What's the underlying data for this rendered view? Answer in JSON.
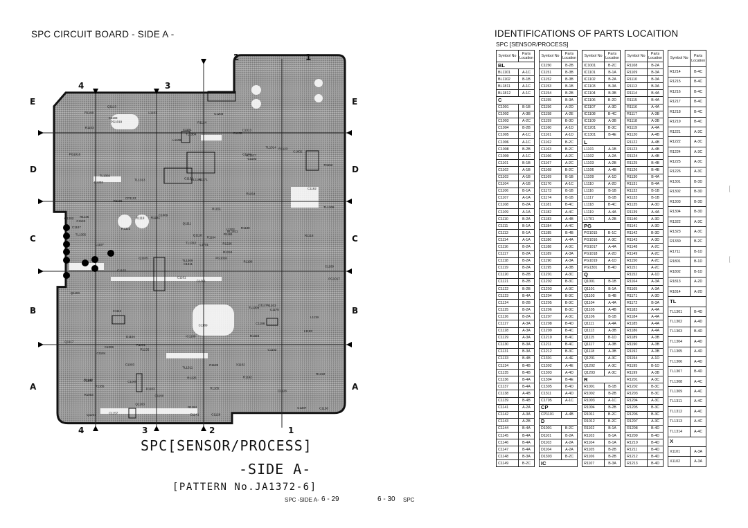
{
  "left_page": {
    "title": "SPC CIRCUIT BOARD  - SIDE A -",
    "grid": {
      "columns": [
        "4",
        "3",
        "2",
        "1"
      ],
      "rows": [
        "E",
        "D",
        "C",
        "B",
        "A"
      ]
    },
    "component_labels": [
      "C1301",
      "C1303",
      "C1311",
      "R1140",
      "R1161",
      "R1135",
      "C1313",
      "R1171",
      "IC1107",
      "PG1016",
      "PG1019",
      "C1158",
      "L1107",
      "R1152",
      "C1161",
      "R1154",
      "C1157",
      "C1156",
      "R1151",
      "C1006",
      "C1009",
      "R1003",
      "C1005",
      "BL1101",
      "BL1811",
      "C1170",
      "TL1302",
      "TL1304",
      "TL1305",
      "TL1306",
      "TL1308",
      "TL1309",
      "TL1311",
      "TL1312",
      "TL1313",
      "TL1314",
      "R1201",
      "C1207",
      "R1222",
      "R1203",
      "C1203",
      "R1221",
      "R1322",
      "R1323",
      "Q1203",
      "Q1202",
      "R1226",
      "Q1201",
      "R1225",
      "R1224",
      "C1184",
      "C1182",
      "PG1016",
      "C1188",
      "R1192",
      "C1003",
      "C1183",
      "R1190",
      "R1189",
      "C1002",
      "R1124",
      "Q1105",
      "R1125",
      "CP1101",
      "R1123",
      "Q1113",
      "C1130",
      "L1108",
      "Q1118",
      "Q1117",
      "IC1109",
      "C1190",
      "C1127",
      "R1119",
      "C1186",
      "R1103",
      "R1186",
      "Q1104",
      "Q1111",
      "R1185",
      "R1164",
      "R1165",
      "R1199",
      "L1119",
      "R1184",
      "R1118",
      "C1189",
      "C1128",
      "C1129",
      "X1102",
      "X1101",
      "PG1017",
      "R1139",
      "C1142",
      "L1701",
      "L1163",
      "C1143",
      "C1141",
      "C1104",
      "C1102",
      "C1103",
      "L1101",
      "C1109",
      "C1107",
      "C1114",
      "D1104",
      "D1103",
      "L1102"
    ],
    "pattern_title_line1": "SPC[SENSOR/PROCESS]",
    "pattern_title_line2": "-SIDE A-",
    "pattern_title_line3": "[PATTERN No.JA1372-6]",
    "footer_label": "SPC -SIDE A-",
    "footer_page": "6 - 29"
  },
  "right_page": {
    "title": "IDENTIFICATIONS OF PARTS LOCAITION",
    "subtitle": "SPC [SENSOR/PROCESS]",
    "header_symbol": "Symbol No",
    "header_location": "Parts Location",
    "footer_page": "6 - 30",
    "footer_label": "SPC",
    "columns": [
      [
        {
          "group": "BL"
        },
        [
          "BL1101",
          "A-1C"
        ],
        [
          "BL1102",
          "B-1B"
        ],
        [
          "BL1811",
          "A-1C"
        ],
        [
          "BL1812",
          "A-1C"
        ],
        {
          "group": "C"
        },
        [
          "C1001",
          "B-1B"
        ],
        [
          "C1002",
          "A-3B"
        ],
        [
          "C1003",
          "A-2C"
        ],
        [
          "C1004",
          "B-2B"
        ],
        [
          "C1005",
          "A-1C"
        ],
        [
          "C1006",
          "A-1C"
        ],
        [
          "C1008",
          "B-2B"
        ],
        [
          "C1009",
          "A-1C"
        ],
        [
          "C1101",
          "B-1B"
        ],
        [
          "C1102",
          "A-1B"
        ],
        [
          "C1103",
          "A-1B"
        ],
        [
          "C1104",
          "A-1B"
        ],
        [
          "C1106",
          "B-1A"
        ],
        [
          "C1107",
          "A-1A"
        ],
        [
          "C1108",
          "B-2A"
        ],
        [
          "C1109",
          "A-1A"
        ],
        [
          "C1110",
          "B-2A"
        ],
        [
          "C1111",
          "B-1A"
        ],
        [
          "C1113",
          "B-1A"
        ],
        [
          "C1114",
          "A-1A"
        ],
        [
          "C1116",
          "B-2A"
        ],
        [
          "C1117",
          "B-2A"
        ],
        [
          "C1118",
          "B-2A"
        ],
        [
          "C1119",
          "B-2A"
        ],
        [
          "C1120",
          "B-2B"
        ],
        [
          "C1121",
          "B-2B"
        ],
        [
          "C1122",
          "B-2B"
        ],
        [
          "C1123",
          "B-4A"
        ],
        [
          "C1124",
          "B-2B"
        ],
        [
          "C1125",
          "B-2A"
        ],
        [
          "C1126",
          "B-2A"
        ],
        [
          "C1127",
          "A-3A"
        ],
        [
          "C1128",
          "A-3A"
        ],
        [
          "C1129",
          "A-3A"
        ],
        [
          "C1130",
          "B-3A"
        ],
        [
          "C1131",
          "B-3A"
        ],
        [
          "C1133",
          "B-4B"
        ],
        [
          "C1134",
          "B-4B"
        ],
        [
          "C1135",
          "B-4B"
        ],
        [
          "C1136",
          "B-4A"
        ],
        [
          "C1137",
          "B-4A"
        ],
        [
          "C1138",
          "A-4B"
        ],
        [
          "C1139",
          "B-4B"
        ],
        [
          "C1141",
          "A-2A"
        ],
        [
          "C1142",
          "A-3A"
        ],
        [
          "C1143",
          "A-2B"
        ],
        [
          "C1144",
          "B-4A"
        ],
        [
          "C1145",
          "B-4A"
        ],
        [
          "C1146",
          "B-4A"
        ],
        [
          "C1147",
          "B-4A"
        ],
        [
          "C1148",
          "B-3A"
        ],
        [
          "C1149",
          "B-2C"
        ]
      ],
      [
        [
          "C1150",
          "B-2B"
        ],
        [
          "C1151",
          "B-3B"
        ],
        [
          "C1152",
          "B-3B"
        ],
        [
          "C1153",
          "B-1B"
        ],
        [
          "C1154",
          "B-2B"
        ],
        [
          "C1155",
          "B-3A"
        ],
        [
          "C1156",
          "A-2D"
        ],
        [
          "C1158",
          "A-2E"
        ],
        [
          "C1159",
          "B-3D"
        ],
        [
          "C1160",
          "A-1D"
        ],
        [
          "C1161",
          "A-1D"
        ],
        [
          "C1162",
          "B-2C"
        ],
        [
          "C1163",
          "B-2C"
        ],
        [
          "C1166",
          "A-2C"
        ],
        [
          "C1167",
          "A-2C"
        ],
        [
          "C1168",
          "B-2C"
        ],
        [
          "C1169",
          "B-1B"
        ],
        [
          "C1170",
          "A-1C"
        ],
        [
          "C1173",
          "B-1B"
        ],
        [
          "C1174",
          "B-1B"
        ],
        [
          "C1181",
          "B-4C"
        ],
        [
          "C1182",
          "A-4C"
        ],
        [
          "C1183",
          "A-4B"
        ],
        [
          "C1184",
          "A-4C"
        ],
        [
          "C1185",
          "B-4B"
        ],
        [
          "C1186",
          "A-4A"
        ],
        [
          "C1188",
          "A-3C"
        ],
        [
          "C1189",
          "A-3A"
        ],
        [
          "C1190",
          "A-3A"
        ],
        [
          "C1195",
          "A-3B"
        ],
        [
          "C1201",
          "A-3C"
        ],
        [
          "C1202",
          "B-3C"
        ],
        [
          "C1203",
          "A-3C"
        ],
        [
          "C1204",
          "B-3C"
        ],
        [
          "C1205",
          "B-3C"
        ],
        [
          "C1206",
          "B-3C"
        ],
        [
          "C1207",
          "A-3C"
        ],
        [
          "C1208",
          "B-4D"
        ],
        [
          "C1209",
          "B-4C"
        ],
        [
          "C1210",
          "B-4C"
        ],
        [
          "C1211",
          "B-4C"
        ],
        [
          "C1212",
          "B-3C"
        ],
        [
          "C1301",
          "A-4E"
        ],
        [
          "C1302",
          "A-4E"
        ],
        [
          "C1303",
          "A-4D"
        ],
        [
          "C1304",
          "B-4E"
        ],
        [
          "C1305",
          "B-4D"
        ],
        [
          "C1311",
          "A-4D"
        ],
        [
          "C1705",
          "A-1C"
        ],
        {
          "group": "CP"
        },
        [
          "CP1101",
          "A-4B"
        ],
        {
          "group": "D"
        },
        [
          "D1001",
          "B-2C"
        ],
        [
          "D1101",
          "B-2A"
        ],
        [
          "D1103",
          "A-2A"
        ],
        [
          "D1104",
          "A-2A"
        ],
        [
          "D1303",
          "B-2C"
        ],
        {
          "group": "IC"
        }
      ],
      [
        [
          "IC1001",
          "B-2C"
        ],
        [
          "IC1101",
          "B-1A"
        ],
        [
          "IC1102",
          "B-2A"
        ],
        [
          "IC1103",
          "B-3A"
        ],
        [
          "IC1104",
          "B-3B"
        ],
        [
          "IC1106",
          "B-2D"
        ],
        [
          "IC1107",
          "A-3D"
        ],
        [
          "IC1108",
          "B-4C"
        ],
        [
          "IC1109",
          "A-3B"
        ],
        [
          "IC1201",
          "B-3C"
        ],
        [
          "IC1301",
          "B-4E"
        ],
        {
          "group": "L"
        },
        [
          "L1101",
          "A-1B"
        ],
        [
          "L1102",
          "A-2A"
        ],
        [
          "L1103",
          "A-2B"
        ],
        [
          "L1106",
          "A-4B"
        ],
        [
          "L1109",
          "A-1D"
        ],
        [
          "L1110",
          "A-2D"
        ],
        [
          "L1116",
          "B-1B"
        ],
        [
          "L1117",
          "B-1B"
        ],
        [
          "L1118",
          "B-4C"
        ],
        [
          "L1119",
          "A-4A"
        ],
        [
          "L1701",
          "A-2B"
        ],
        {
          "group": "PG"
        },
        [
          "PG1015",
          "B-1C"
        ],
        [
          "PG1016",
          "A-3C"
        ],
        [
          "PG1017",
          "A-4A"
        ],
        [
          "PG1018",
          "A-2D"
        ],
        [
          "PG1019",
          "A-1D"
        ],
        [
          "PG1301",
          "B-4D"
        ],
        {
          "group": "Q"
        },
        [
          "Q1001",
          "B-1B"
        ],
        [
          "Q1101",
          "B-1A"
        ],
        [
          "Q1103",
          "B-4B"
        ],
        [
          "Q1104",
          "A-4A"
        ],
        [
          "Q1105",
          "A-4B"
        ],
        [
          "Q1106",
          "B-1B"
        ],
        [
          "Q1111",
          "A-4A"
        ],
        [
          "Q1113",
          "A-3B"
        ],
        [
          "Q1115",
          "B-1D"
        ],
        [
          "Q1117",
          "A-3B"
        ],
        [
          "Q1118",
          "A-3B"
        ],
        [
          "Q1201",
          "A-3C"
        ],
        [
          "Q1202",
          "A-3C"
        ],
        [
          "Q1203",
          "A-3C"
        ],
        {
          "group": "R"
        },
        [
          "R1001",
          "B-1B"
        ],
        [
          "R1002",
          "B-2B"
        ],
        [
          "R1003",
          "A-1C"
        ],
        [
          "R1004",
          "B-2B"
        ],
        [
          "R1011",
          "B-2C"
        ],
        [
          "R1012",
          "B-2C"
        ],
        [
          "R1102",
          "B-1A"
        ],
        [
          "R1103",
          "B-1A"
        ],
        [
          "R1104",
          "B-1A"
        ],
        [
          "R1105",
          "B-2B"
        ],
        [
          "R1106",
          "B-2B"
        ],
        [
          "R1107",
          "B-3A"
        ]
      ],
      [
        [
          "R1108",
          "B-2A"
        ],
        [
          "R1109",
          "B-3A"
        ],
        [
          "R1110",
          "B-3A"
        ],
        [
          "R1113",
          "B-3A"
        ],
        [
          "R1114",
          "B-4A"
        ],
        [
          "R1115",
          "B-4A"
        ],
        [
          "R1116",
          "A-4A"
        ],
        [
          "R1117",
          "A-3B"
        ],
        [
          "R1118",
          "A-3B"
        ],
        [
          "R1119",
          "A-4A"
        ],
        [
          "R1120",
          "A-4B"
        ],
        [
          "R1122",
          "A-4B"
        ],
        [
          "R1123",
          "A-4B"
        ],
        [
          "R1124",
          "A-4B"
        ],
        [
          "R1125",
          "B-4B"
        ],
        [
          "R1126",
          "B-4B"
        ],
        [
          "R1130",
          "B-4A"
        ],
        [
          "R1131",
          "B-4A"
        ],
        [
          "R1132",
          "B-1B"
        ],
        [
          "R1133",
          "B-1B"
        ],
        [
          "R1135",
          "A-3D"
        ],
        [
          "R1139",
          "A-4A"
        ],
        [
          "R1140",
          "A-3D"
        ],
        [
          "R1141",
          "A-3D"
        ],
        [
          "R1142",
          "B-3D"
        ],
        [
          "R1143",
          "A-3D"
        ],
        [
          "R1148",
          "A-2C"
        ],
        [
          "R1149",
          "A-2C"
        ],
        [
          "R1150",
          "A-2C"
        ],
        [
          "R1151",
          "A-2C"
        ],
        [
          "R1152",
          "A-1D"
        ],
        [
          "R1164",
          "A-3A"
        ],
        [
          "R1165",
          "A-3A"
        ],
        [
          "R1171",
          "A-3D"
        ],
        [
          "R1172",
          "B-3A"
        ],
        [
          "R1183",
          "A-4A"
        ],
        [
          "R1184",
          "A-4A"
        ],
        [
          "R1185",
          "A-4A"
        ],
        [
          "R1186",
          "A-4A"
        ],
        [
          "R1189",
          "A-3B"
        ],
        [
          "R1190",
          "A-3B"
        ],
        [
          "R1192",
          "A-3B"
        ],
        [
          "R1194",
          "A-1D"
        ],
        [
          "R1195",
          "B-1D"
        ],
        [
          "R1199",
          "A-3B"
        ],
        [
          "R1201",
          "A-3C"
        ],
        [
          "R1202",
          "B-3C"
        ],
        [
          "R1203",
          "B-3C"
        ],
        [
          "R1204",
          "A-3C"
        ],
        [
          "R1205",
          "B-3C"
        ],
        [
          "R1206",
          "B-3C"
        ],
        [
          "R1207",
          "A-3C"
        ],
        [
          "R1208",
          "B-4D"
        ],
        [
          "R1209",
          "B-4D"
        ],
        [
          "R1210",
          "B-4D"
        ],
        [
          "R1211",
          "B-4D"
        ],
        [
          "R1212",
          "B-4D"
        ],
        [
          "R1213",
          "B-4D"
        ]
      ],
      [
        [
          "R1214",
          "B-4C"
        ],
        [
          "R1215",
          "B-4C"
        ],
        [
          "R1216",
          "B-4C"
        ],
        [
          "R1217",
          "B-4C"
        ],
        [
          "R1218",
          "B-4C"
        ],
        [
          "R1219",
          "B-4C"
        ],
        [
          "R1221",
          "A-3C"
        ],
        [
          "R1222",
          "A-3C"
        ],
        [
          "R1224",
          "A-3C"
        ],
        [
          "R1225",
          "A-3C"
        ],
        [
          "R1226",
          "A-3C"
        ],
        [
          "R1301",
          "B-3D"
        ],
        [
          "R1302",
          "B-3D"
        ],
        [
          "R1303",
          "B-3D"
        ],
        [
          "R1304",
          "B-3D"
        ],
        [
          "R1322",
          "A-3C"
        ],
        [
          "R1323",
          "A-3C"
        ],
        [
          "R1330",
          "B-2C"
        ],
        [
          "R1711",
          "B-1D"
        ],
        [
          "R1801",
          "B-1D"
        ],
        [
          "R1802",
          "B-1D"
        ],
        [
          "R1813",
          "A-2D"
        ],
        [
          "R1814",
          "A-2D"
        ],
        {
          "group": "TL"
        },
        [
          "TL1301",
          "B-4D"
        ],
        [
          "TL1302",
          "A-4D"
        ],
        [
          "TL1303",
          "B-4D"
        ],
        [
          "TL1304",
          "A-4D"
        ],
        [
          "TL1305",
          "A-4D"
        ],
        [
          "TL1306",
          "A-4D"
        ],
        [
          "TL1307",
          "B-4D"
        ],
        [
          "TL1308",
          "A-4C"
        ],
        [
          "TL1309",
          "A-4C"
        ],
        [
          "TL1311",
          "A-4C"
        ],
        [
          "TL1312",
          "A-4C"
        ],
        [
          "TL1313",
          "A-4C"
        ],
        [
          "TL1314",
          "A-4C"
        ],
        {
          "group": "X"
        },
        [
          "X1101",
          "A-3A"
        ],
        [
          "X1102",
          "A-3A"
        ]
      ]
    ]
  }
}
